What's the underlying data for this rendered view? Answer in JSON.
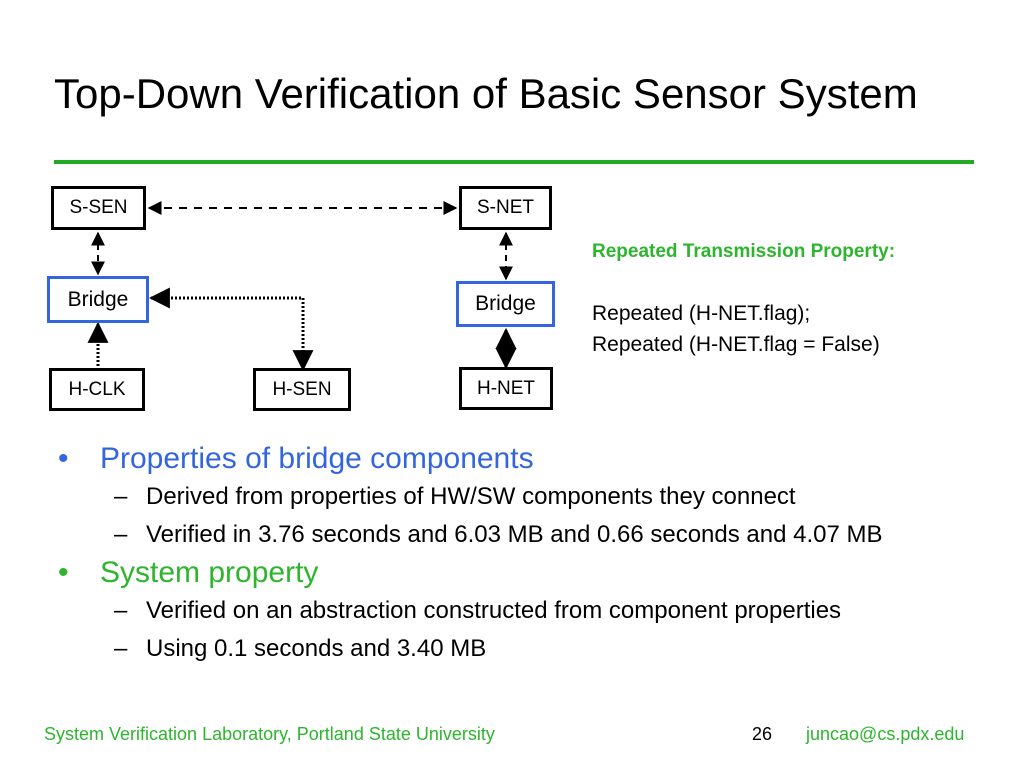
{
  "slide": {
    "title": "Top-Down Verification of Basic Sensor System",
    "accent_color": "#22aa22",
    "bridge_color": "#3366dd"
  },
  "diagram": {
    "nodes": {
      "s_sen": "S-SEN",
      "s_net": "S-NET",
      "bridge_left": "Bridge",
      "bridge_right": "Bridge",
      "h_clk": "H-CLK",
      "h_sen": "H-SEN",
      "h_net": "H-NET"
    },
    "property": {
      "heading": "Repeated Transmission Property:",
      "line1": "Repeated (H-NET.flag);",
      "line2": "Repeated (H-NET.flag = False)"
    }
  },
  "bullets": [
    {
      "text": "Properties of bridge components",
      "color": "#3366dd",
      "sub": [
        "Derived from properties of HW/SW components they connect",
        "Verified in 3.76 seconds and 6.03 MB and 0.66 seconds and 4.07 MB"
      ]
    },
    {
      "text": "System property",
      "color": "#2db52d",
      "sub": [
        "Verified on an abstraction constructed from component properties",
        "Using 0.1 seconds and 3.40 MB"
      ]
    }
  ],
  "symbols": {
    "bullet": "•",
    "dash": "–"
  },
  "footer": {
    "institution": "System Verification Laboratory, Portland State University",
    "page_number": "26",
    "email": "juncao@cs.pdx.edu"
  }
}
